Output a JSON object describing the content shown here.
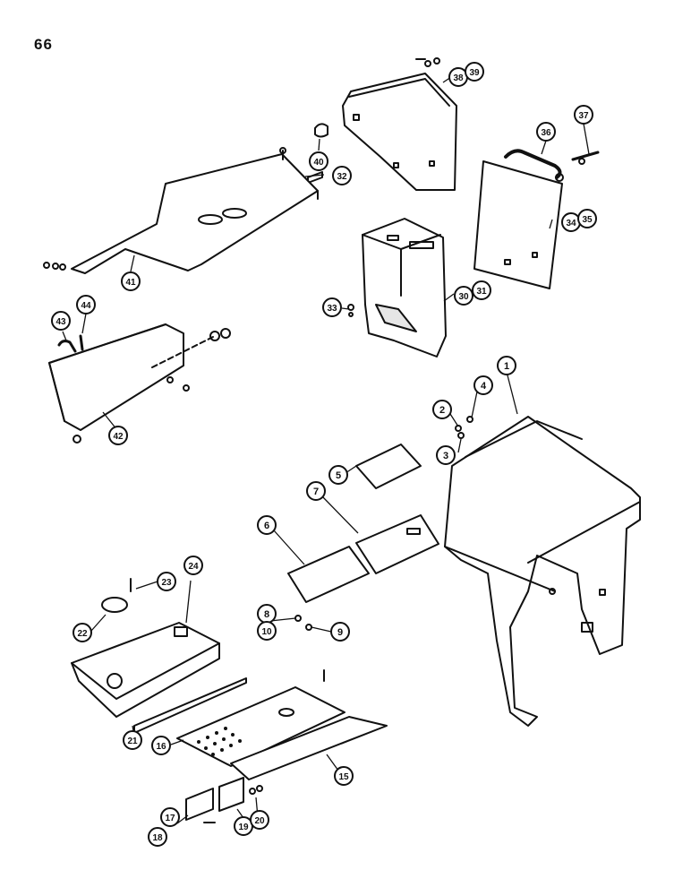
{
  "page_number": "66",
  "colors": {
    "ink": "#111111",
    "paper": "#ffffff",
    "shade": "#e6e6e6"
  },
  "callouts": [
    {
      "id": "c1",
      "label": "1"
    },
    {
      "id": "c2",
      "label": "2"
    },
    {
      "id": "c3",
      "label": "3"
    },
    {
      "id": "c4",
      "label": "4"
    },
    {
      "id": "c5",
      "label": "5"
    },
    {
      "id": "c6",
      "label": "6"
    },
    {
      "id": "c7",
      "label": "7"
    },
    {
      "id": "c8",
      "label": "8"
    },
    {
      "id": "c9",
      "label": "9"
    },
    {
      "id": "c10",
      "label": "10"
    },
    {
      "id": "c15",
      "label": "15"
    },
    {
      "id": "c16",
      "label": "16"
    },
    {
      "id": "c17",
      "label": "17"
    },
    {
      "id": "c18",
      "label": "18"
    },
    {
      "id": "c19",
      "label": "19"
    },
    {
      "id": "c20",
      "label": "20"
    },
    {
      "id": "c21",
      "label": "21"
    },
    {
      "id": "c22",
      "label": "22"
    },
    {
      "id": "c23",
      "label": "23"
    },
    {
      "id": "c24",
      "label": "24"
    },
    {
      "id": "c30",
      "label": "30"
    },
    {
      "id": "c31",
      "label": "31"
    },
    {
      "id": "c32",
      "label": "32"
    },
    {
      "id": "c33",
      "label": "33"
    },
    {
      "id": "c34",
      "label": "34"
    },
    {
      "id": "c35",
      "label": "35"
    },
    {
      "id": "c36",
      "label": "36"
    },
    {
      "id": "c37",
      "label": "37"
    },
    {
      "id": "c38",
      "label": "38"
    },
    {
      "id": "c39",
      "label": "39"
    },
    {
      "id": "c40",
      "label": "40"
    },
    {
      "id": "c41",
      "label": "41"
    },
    {
      "id": "c42",
      "label": "42"
    },
    {
      "id": "c43",
      "label": "43"
    },
    {
      "id": "c44",
      "label": "44"
    }
  ]
}
